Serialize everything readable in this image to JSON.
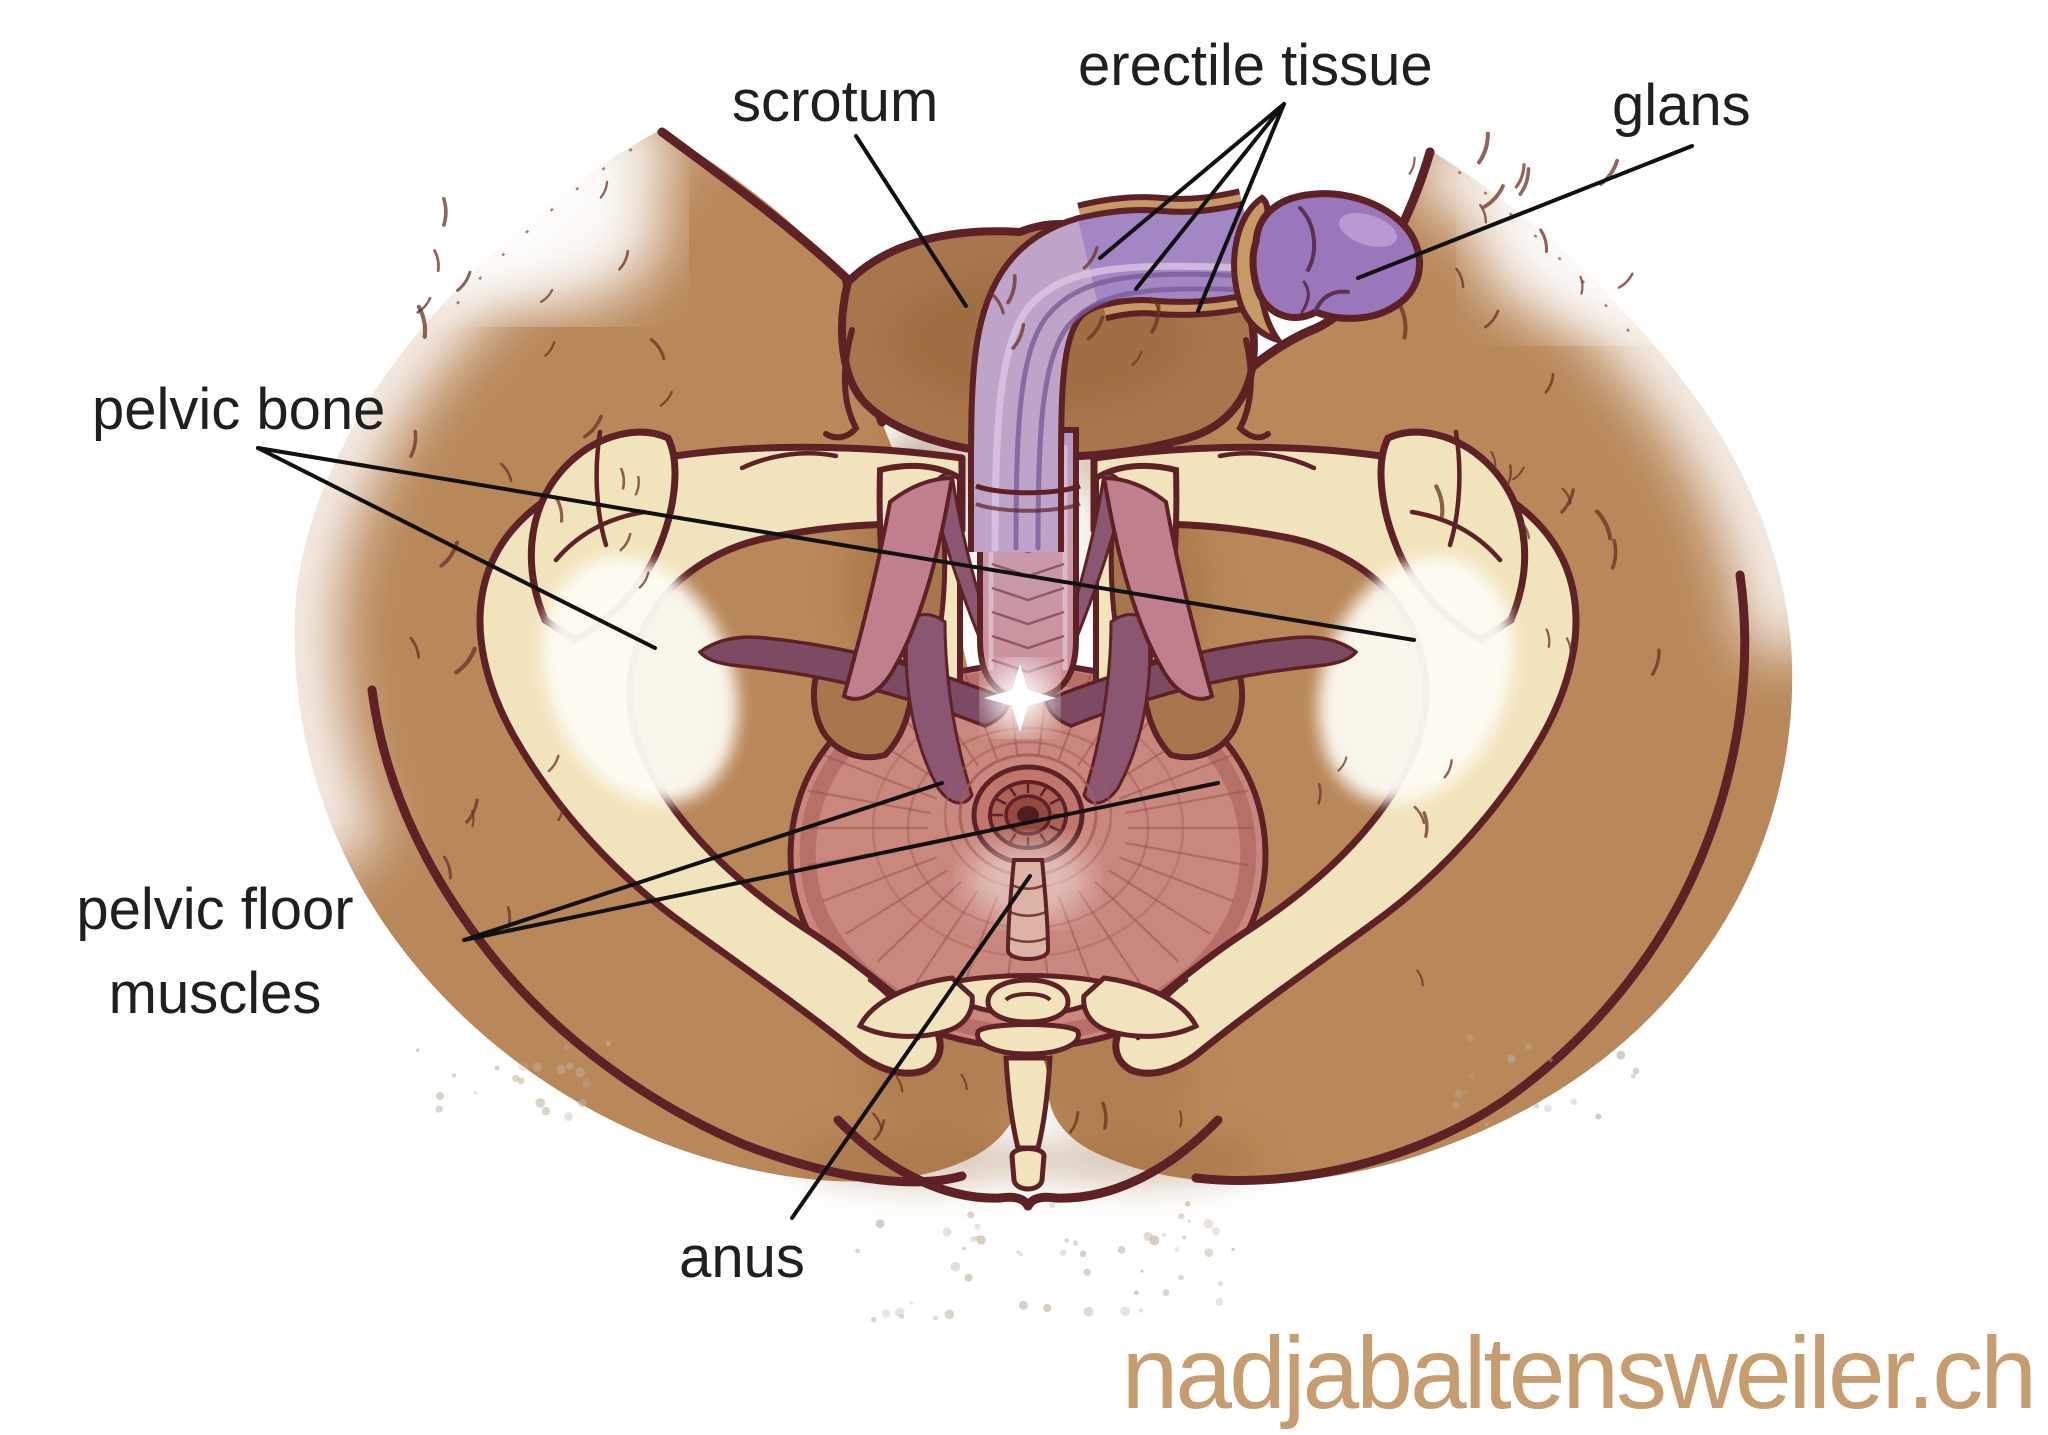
{
  "figure": {
    "type": "anatomical-illustration",
    "subject": "male pelvic floor, view from below",
    "labels": {
      "scrotum": "scrotum",
      "erectile_tissue": "erectile tissue",
      "glans": "glans",
      "pelvic_bone": "pelvic bone",
      "pelvic_floor_muscles": "pelvic floor\nmuscles",
      "anus": "anus"
    },
    "watermark": "nadjabaltensweiler.ch"
  },
  "palette": {
    "background": "#ffffff",
    "skin": "#b9885a",
    "skin_dark": "#a8764c",
    "skin_shadow": "#8f5c33",
    "outline": "#5e2126",
    "bone": "#f1e3bb",
    "bone_light": "#fefcf4",
    "muscle": "#c9877d",
    "muscle_dark": "#a65a54",
    "muscle_fiber": "#8e4343",
    "band_dark": "#7d4a63",
    "band_mid": "#8a5671",
    "ischio": "#c07f8d",
    "column_top": "#b49bca",
    "column_mid": "#c79aac",
    "column_bottom": "#cd8f94",
    "shaft_covered": "#bda4c8",
    "shaft": "#a287c4",
    "shaft_stripe": "#7b5c96",
    "shaft_highlight": "#dcc9e6",
    "sheath": "#c69a66",
    "glans": "#9a76ba",
    "glans_dark": "#5c3154",
    "glans_light": "#c4a8dc",
    "anus_outer": "#c0766c",
    "anus_mid": "#ad6258",
    "anus_inner": "#93493f",
    "anus_hole": "#4f1d1f",
    "cord": "#ddb3a6",
    "hair": "#6b3226",
    "speckle": "#bfae9c",
    "label": "#1f1f1f",
    "leader": "#111111",
    "watermark": "#c79c6f"
  }
}
